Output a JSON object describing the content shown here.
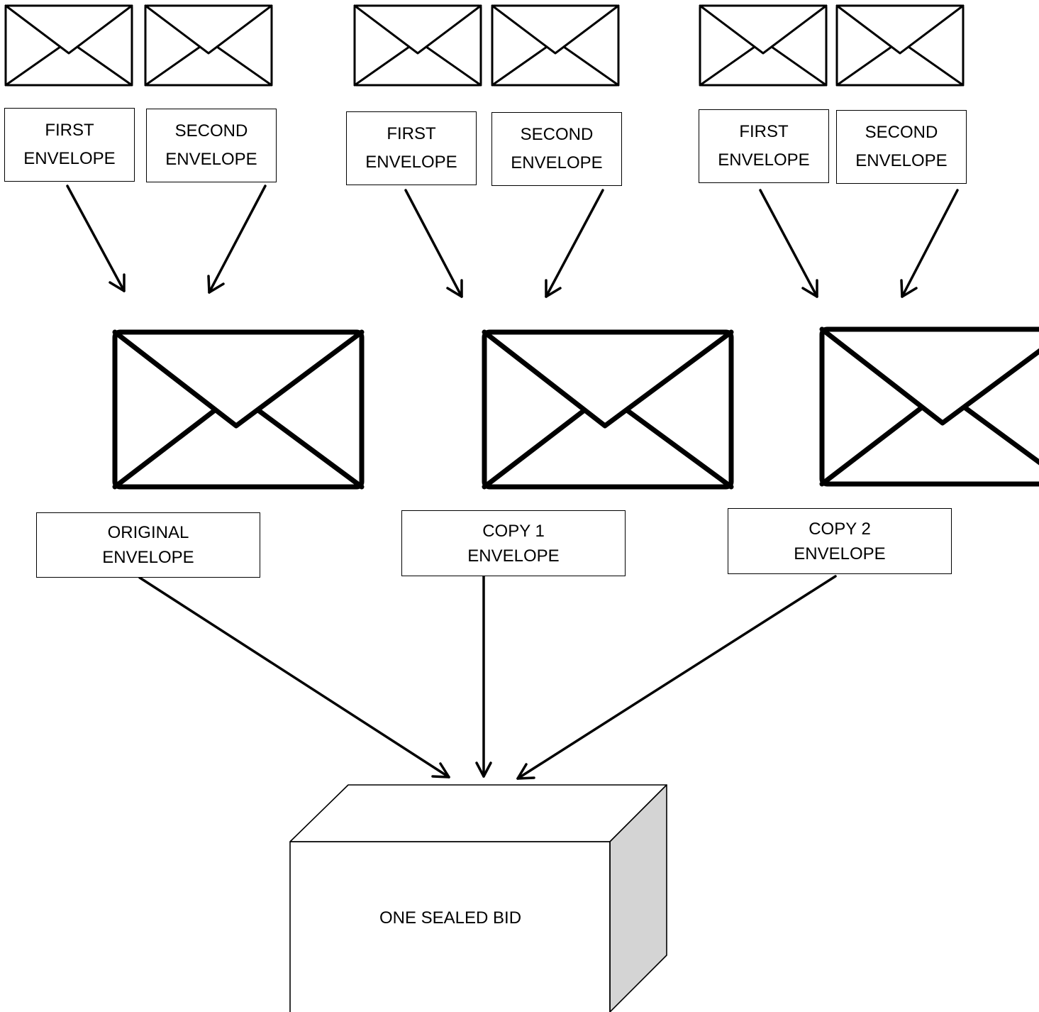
{
  "colors": {
    "stroke": "#000000",
    "background": "#ffffff",
    "box_side": "#d4d4d4"
  },
  "groups": [
    {
      "first_label_line1": "FIRST",
      "first_label_line2": "ENVELOPE",
      "second_label_line1": "SECOND",
      "second_label_line2": "ENVELOPE",
      "main_label_line1": "ORIGINAL",
      "main_label_line2": "ENVELOPE"
    },
    {
      "first_label_line1": "FIRST",
      "first_label_line2": "ENVELOPE",
      "second_label_line1": "SECOND",
      "second_label_line2": "ENVELOPE",
      "main_label_line1": "COPY 1",
      "main_label_line2": "ENVELOPE"
    },
    {
      "first_label_line1": "FIRST",
      "first_label_line2": "ENVELOPE",
      "second_label_line1": "SECOND",
      "second_label_line2": "ENVELOPE",
      "main_label_line1": "COPY 2",
      "main_label_line2": "ENVELOPE"
    }
  ],
  "sealed_box": {
    "label": "ONE SEALED BID"
  },
  "icons": {
    "envelope": "envelope-icon",
    "arrow": "arrow-icon",
    "box": "box-icon"
  }
}
